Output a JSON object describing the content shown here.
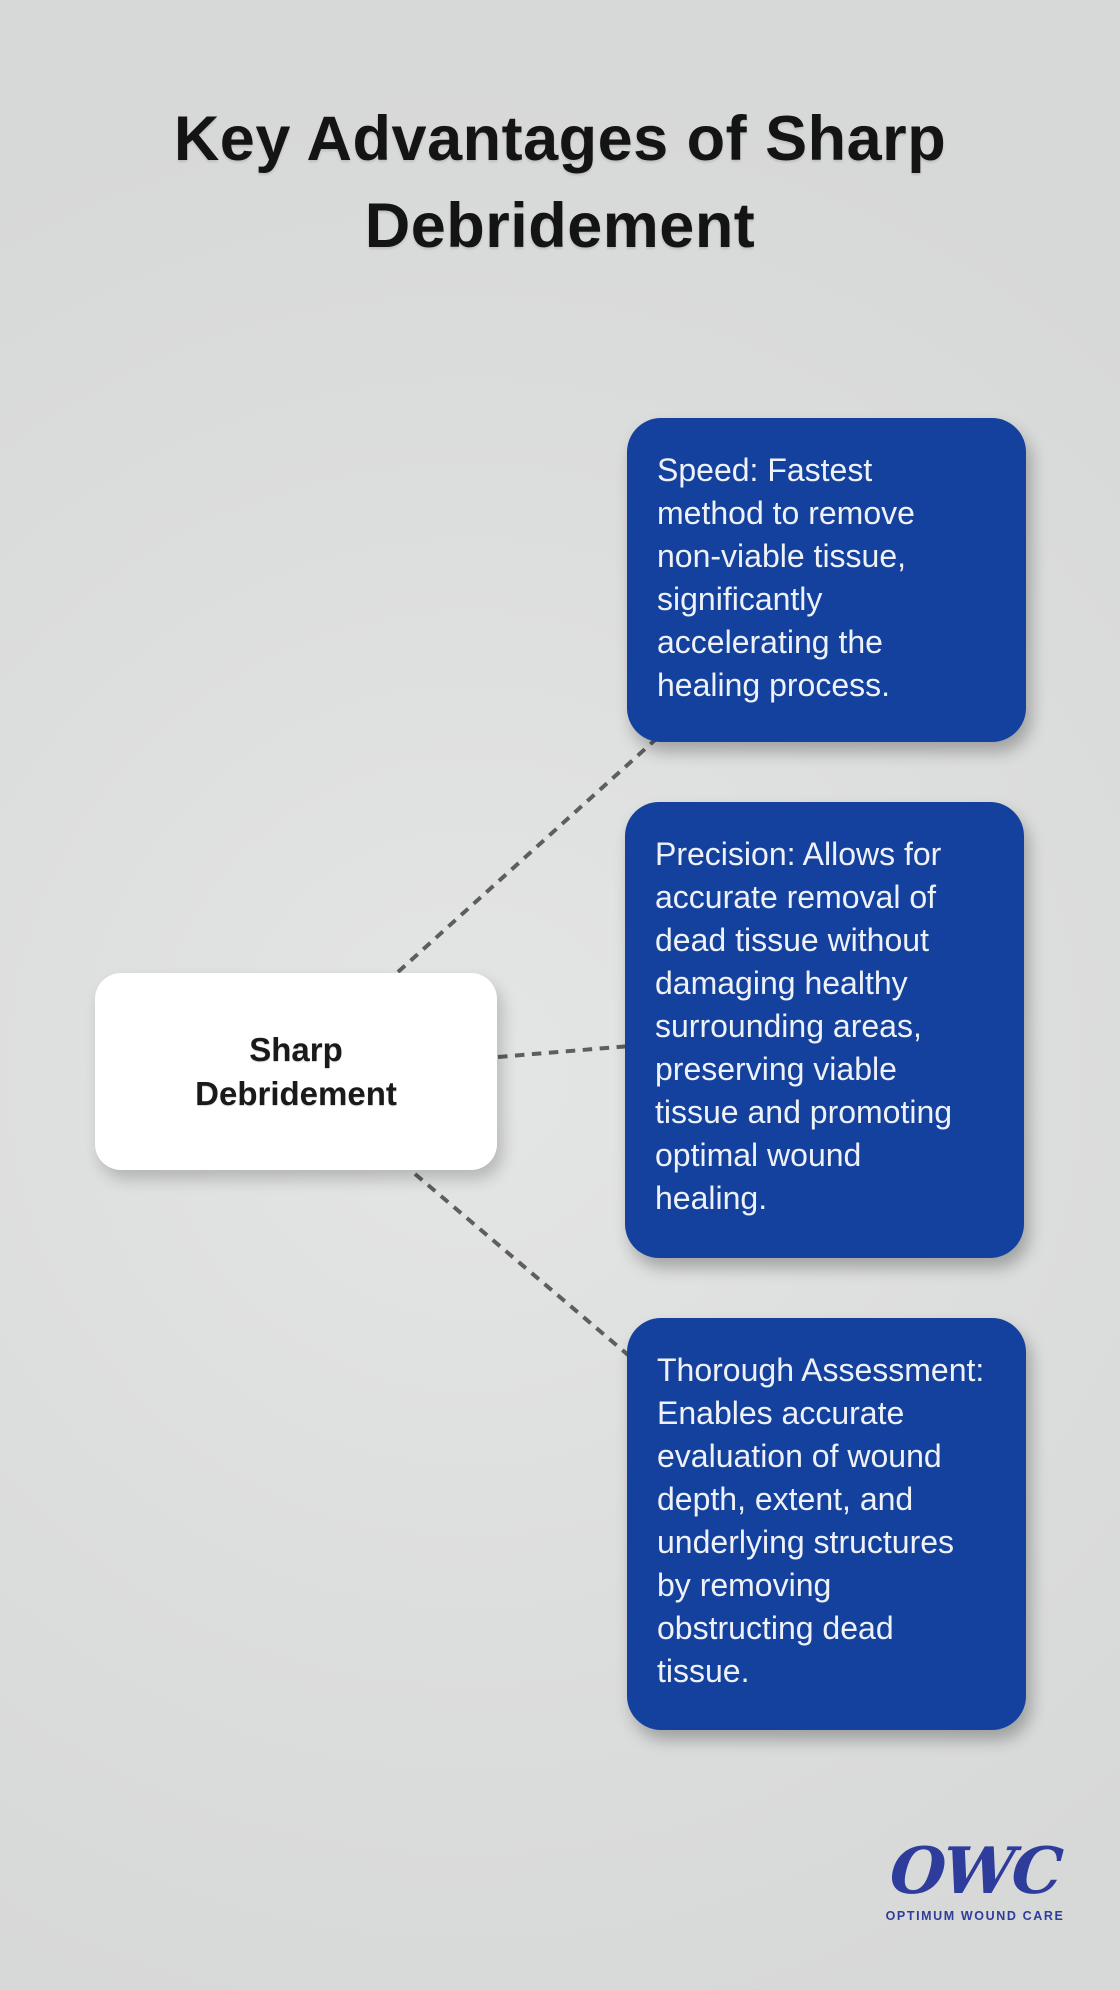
{
  "page": {
    "title_lines": [
      "Key Advantages of Sharp",
      "Debridement"
    ],
    "background_color": "#dcdddd"
  },
  "diagram": {
    "center_node": {
      "label_lines": [
        "Sharp",
        "Debridement"
      ]
    },
    "advantages": [
      {
        "name": "Speed",
        "lines": [
          "Speed: Fastest",
          "method to remove",
          "non-viable tissue,",
          "significantly",
          "accelerating the",
          "healing process."
        ]
      },
      {
        "name": "Precision",
        "lines": [
          "Precision: Allows for",
          "accurate removal of",
          "dead tissue without",
          "damaging healthy",
          "surrounding areas,",
          "preserving viable",
          "tissue and promoting",
          "optimal wound",
          "healing."
        ]
      },
      {
        "name": "Thorough Assessment",
        "lines": [
          "Thorough Assessment:",
          "Enables accurate",
          "evaluation of wound",
          "depth, extent, and",
          "underlying structures",
          "by removing",
          "obstructing dead",
          "tissue."
        ]
      }
    ],
    "colors": {
      "card_background": "#15419e",
      "card_text": "#eef2f7",
      "connector": "#5d5e5e",
      "center_node_background": "#ffffff",
      "center_node_text": "#1a1a1a",
      "title_text": "#141414"
    }
  },
  "branding": {
    "logo_text": "OWC",
    "logo_subtext": "OPTIMUM WOUND CARE",
    "logo_color": "#2e3c9c"
  }
}
